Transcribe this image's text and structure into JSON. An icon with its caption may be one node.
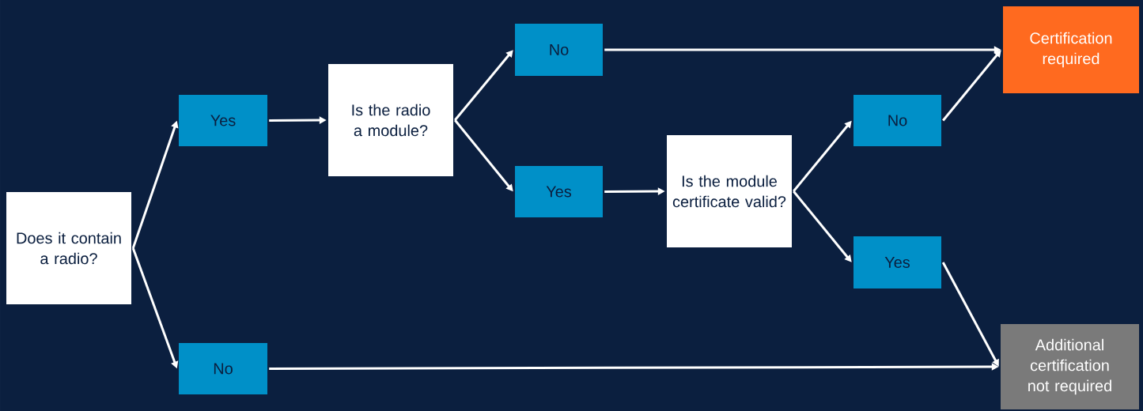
{
  "diagram": {
    "nodes": [
      {
        "text": [
          "Does it contain a radio?"
        ]
      },
      {
        "text": [
          "Yes"
        ]
      },
      {
        "text": [
          "No"
        ]
      },
      {
        "text": [
          "Is the radio a module?"
        ]
      },
      {
        "text": [
          "No"
        ]
      },
      {
        "text": [
          "Yes"
        ]
      },
      {
        "text": [
          "Is the module certificate valid?"
        ]
      },
      {
        "text": [
          "No"
        ]
      },
      {
        "text": [
          "Yes"
        ]
      },
      {
        "text": [
          "Certification required"
        ]
      },
      {
        "text": [
          "Additional certification not required"
        ]
      }
    ],
    "edges": [
      {
        "from": 0,
        "to": 1,
        "arrow": "to"
      },
      {
        "from": 0,
        "to": 2,
        "arrow": "to"
      },
      {
        "from": 1,
        "to": 3,
        "arrow": "to"
      },
      {
        "from": 3,
        "to": 4,
        "arrow": "to"
      },
      {
        "from": 3,
        "to": 5,
        "arrow": "to"
      },
      {
        "from": 4,
        "to": 9,
        "arrow": "to"
      },
      {
        "from": 5,
        "to": 6,
        "arrow": "to"
      },
      {
        "from": 6,
        "to": 7,
        "arrow": "to"
      },
      {
        "from": 6,
        "to": 8,
        "arrow": "to"
      },
      {
        "from": 7,
        "to": 9,
        "arrow": "to"
      },
      {
        "from": 8,
        "to": 10,
        "arrow": "to"
      },
      {
        "from": 2,
        "to": 10,
        "arrow": "to"
      }
    ]
  }
}
